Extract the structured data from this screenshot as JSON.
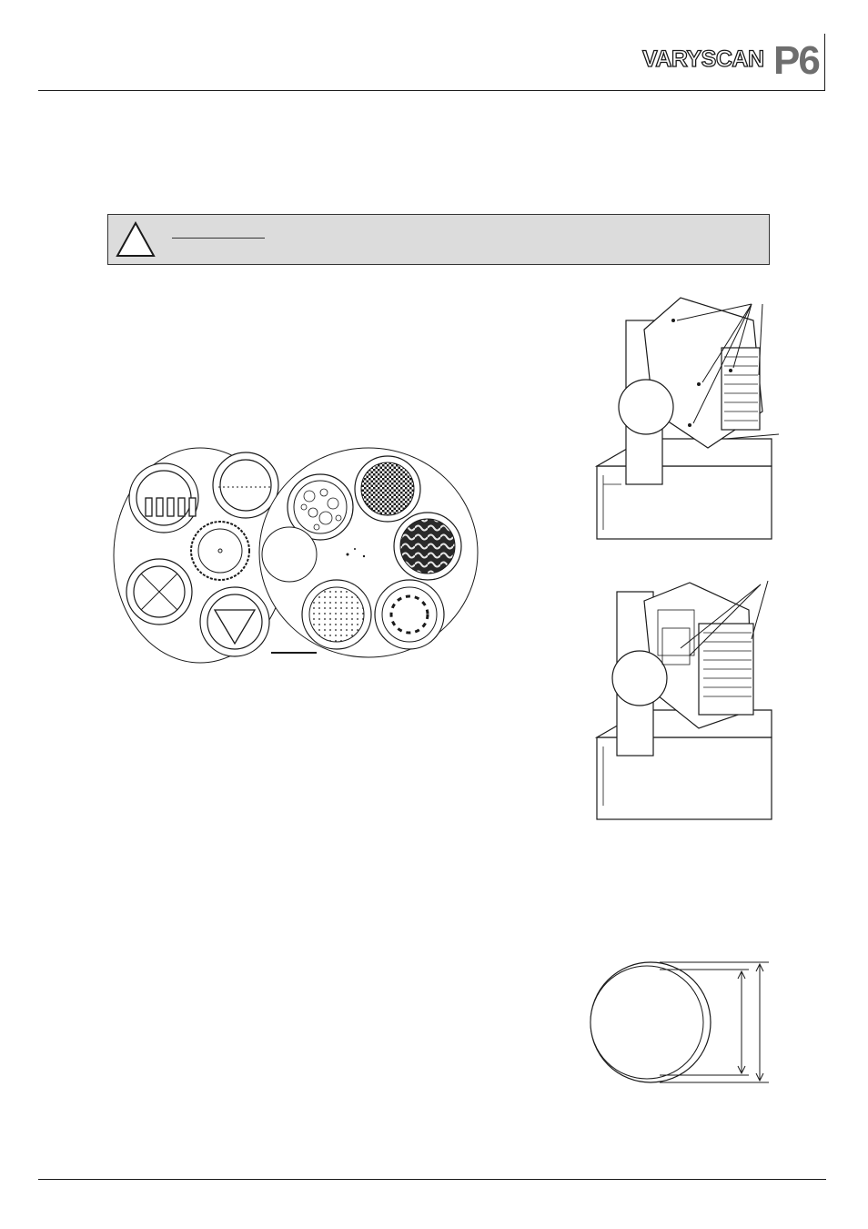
{
  "header": {
    "logo_brand": "VARYSCAN",
    "logo_model": "P6"
  },
  "warning": {
    "icon": "warning-triangle-icon",
    "heading": "",
    "text": ""
  },
  "figures": {
    "gobo_wheels": {
      "icon": "gobo-wheels-drawing"
    },
    "fixture_closed": {
      "icon": "fixture-head-closed-drawing"
    },
    "fixture_open": {
      "icon": "fixture-head-open-drawing"
    },
    "gobo_dimension": {
      "icon": "gobo-dimension-drawing"
    }
  },
  "colors": {
    "line": "#1a1a1a",
    "warning_bg": "#dcdcdc",
    "logo_grey": "#6e6e6e"
  }
}
